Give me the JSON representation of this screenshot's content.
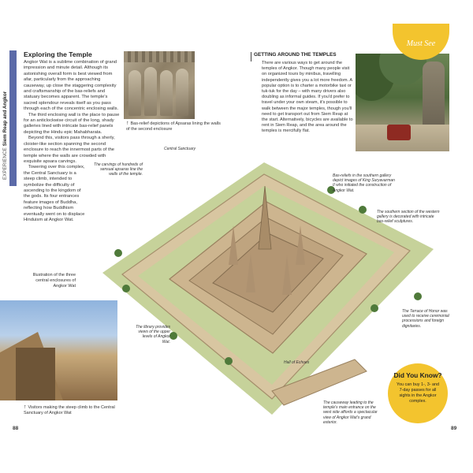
{
  "sidebar": {
    "section": "EXPERIENCE",
    "location": "Siem Reap and Angkor"
  },
  "must_see": "Must See",
  "exploring": {
    "title": "Exploring the Temple",
    "p1": "Angkor Wat is a sublime combination of grand impression and minute detail. Although its astonishing overall form is best viewed from afar, particularly from the approaching causeway, up close the staggering complexity and craftsmanship of the bas-reliefs and statuary becomes apparent. The temple's sacred splendour reveals itself as you pass through each of the concentric enclosing walls.",
    "p2": "The third enclosing wall is the place to pause for an anticlockwise circuit of the long, shady galleries lined with intricate bas-relief panels depicting the Hindu epic Mahabharata.",
    "p3": "Beyond this, visitors pass through a sherly, cloister-like section spanning the second enclosure to reach the innermost parts of the temple where the walls are crowded with exquisite apsara carvings.",
    "p4": "Towering over this complex, the Central Sanctuary is a steep climb, intended to symbolize the difficulty of ascending to the kingdom of the gods. Its four entrances feature images of Buddha, reflecting how Buddhism eventually went on to displace Hinduism at Angkor Wat."
  },
  "captions": {
    "carving": "Bas-relief depictions of Apsaras lining the walls of the second enclosure",
    "illustration": "Illustration of the three central enclosures of Angkor Wat",
    "tower": "Visitors making the steep climb to the Central Sanctuary of Angkor Wat"
  },
  "getting_around": {
    "title": "GETTING AROUND THE TEMPLES",
    "body": "There are various ways to get around the temples of Angkor. Though many people visit on organized tours by minibus, travelling independently gives you a lot more freedom. A popular option is to charter a motorbike taxi or tuk-tuk for the day – with many drivers also doubling as informal guides. If you'd prefer to travel under your own steam, it's possible to walk between the major temples, though you'll need to get transport out from Siem Reap at the start. Alternatively, bicycles are available to rent in Siem Reap, and the area around the temples is mercifully flat."
  },
  "callouts": {
    "central_sanctuary": "Central Sanctuary",
    "carvings": "The carvings of hundreds of sensual apsaras line the walls of the temple.",
    "bas_reliefs": "Bas-reliefs in the southern gallery depict images of King Suryavarman II who initiated the construction of Angkor Wat.",
    "southern_section": "The southern section of the western gallery is decorated with intricate bas-relief sculptures.",
    "library": "The library provides views of the upper levels of Angkor Wat.",
    "terrace": "The Terrace of Honor was used to receive ceremonial processions and foreign dignitaries.",
    "hall_of_echoes": "Hall of Echoes",
    "causeway": "The causeway leading to the temple's main entrance on the west side affords a spectacular view of Angkor Wat's grand exterior."
  },
  "did_you_know": {
    "title": "Did You Know?",
    "body": "You can buy 1-, 3- and 7-day passes for all sights in the Angkor complex."
  },
  "pages": {
    "left": "88",
    "right": "89"
  },
  "colors": {
    "accent_yellow": "#f3c42e",
    "tab_blue": "#5b6aa8",
    "stone": "#c9b593",
    "grass": "#c6d29a"
  }
}
